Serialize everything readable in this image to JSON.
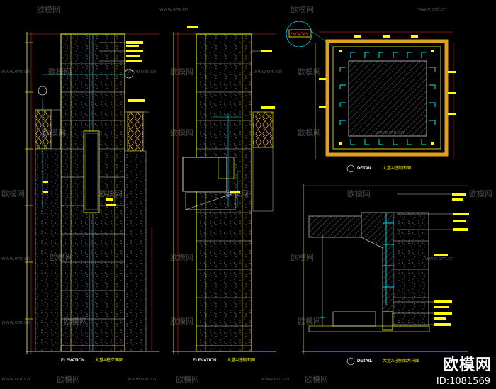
{
  "colors": {
    "background": "#000000",
    "outline": "#ffff00",
    "dimension": "#ff2a2a",
    "pipe": "#00e5ff",
    "grid": "#c8c8c8",
    "hatch": "#8c8c8c",
    "panel_wood": "#e0a020",
    "stone": "#9a9a9a"
  },
  "views": {
    "elevation_front": {
      "code": "ELEVATION",
      "name": "大堂A柱立面图"
    },
    "elevation_side": {
      "code": "ELEVATION",
      "name": "大堂A柱侧面图"
    },
    "detail_plan": {
      "code": "DETAIL",
      "name": "大堂A柱剖面图"
    },
    "detail_section": {
      "code": "DETAIL",
      "name": "大堂A柱侧面大样图"
    }
  },
  "watermark": {
    "brand": "欧模网",
    "url": "www.om.cn"
  },
  "footer": {
    "brand": "欧模网",
    "id_text": "ID:1081569"
  }
}
